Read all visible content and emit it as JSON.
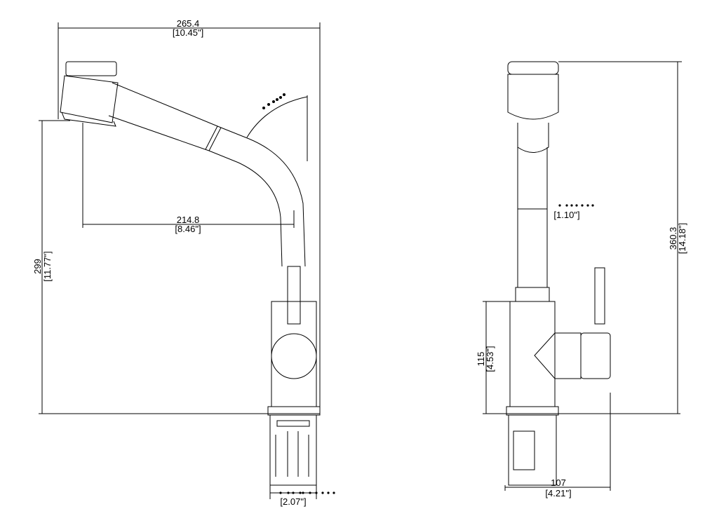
{
  "drawing": {
    "side_view": {
      "overall_width": {
        "mm": "265.4",
        "in": "[10.45\"]"
      },
      "spout_reach": {
        "mm": "214.8",
        "in": "[8.46\"]"
      },
      "spout_height": {
        "mm": "299",
        "in": "[11.77\"]"
      },
      "base_width": {
        "in": "[2.07\"]"
      }
    },
    "front_view": {
      "overall_height": {
        "mm": "360.3",
        "in": "[14.18\"]"
      },
      "body_height": {
        "mm": "115",
        "in": "[4.53\"]"
      },
      "base_width": {
        "mm": "107",
        "in": "[4.21\"]"
      },
      "spout_diameter": {
        "in": "[1.10\"]"
      }
    }
  }
}
